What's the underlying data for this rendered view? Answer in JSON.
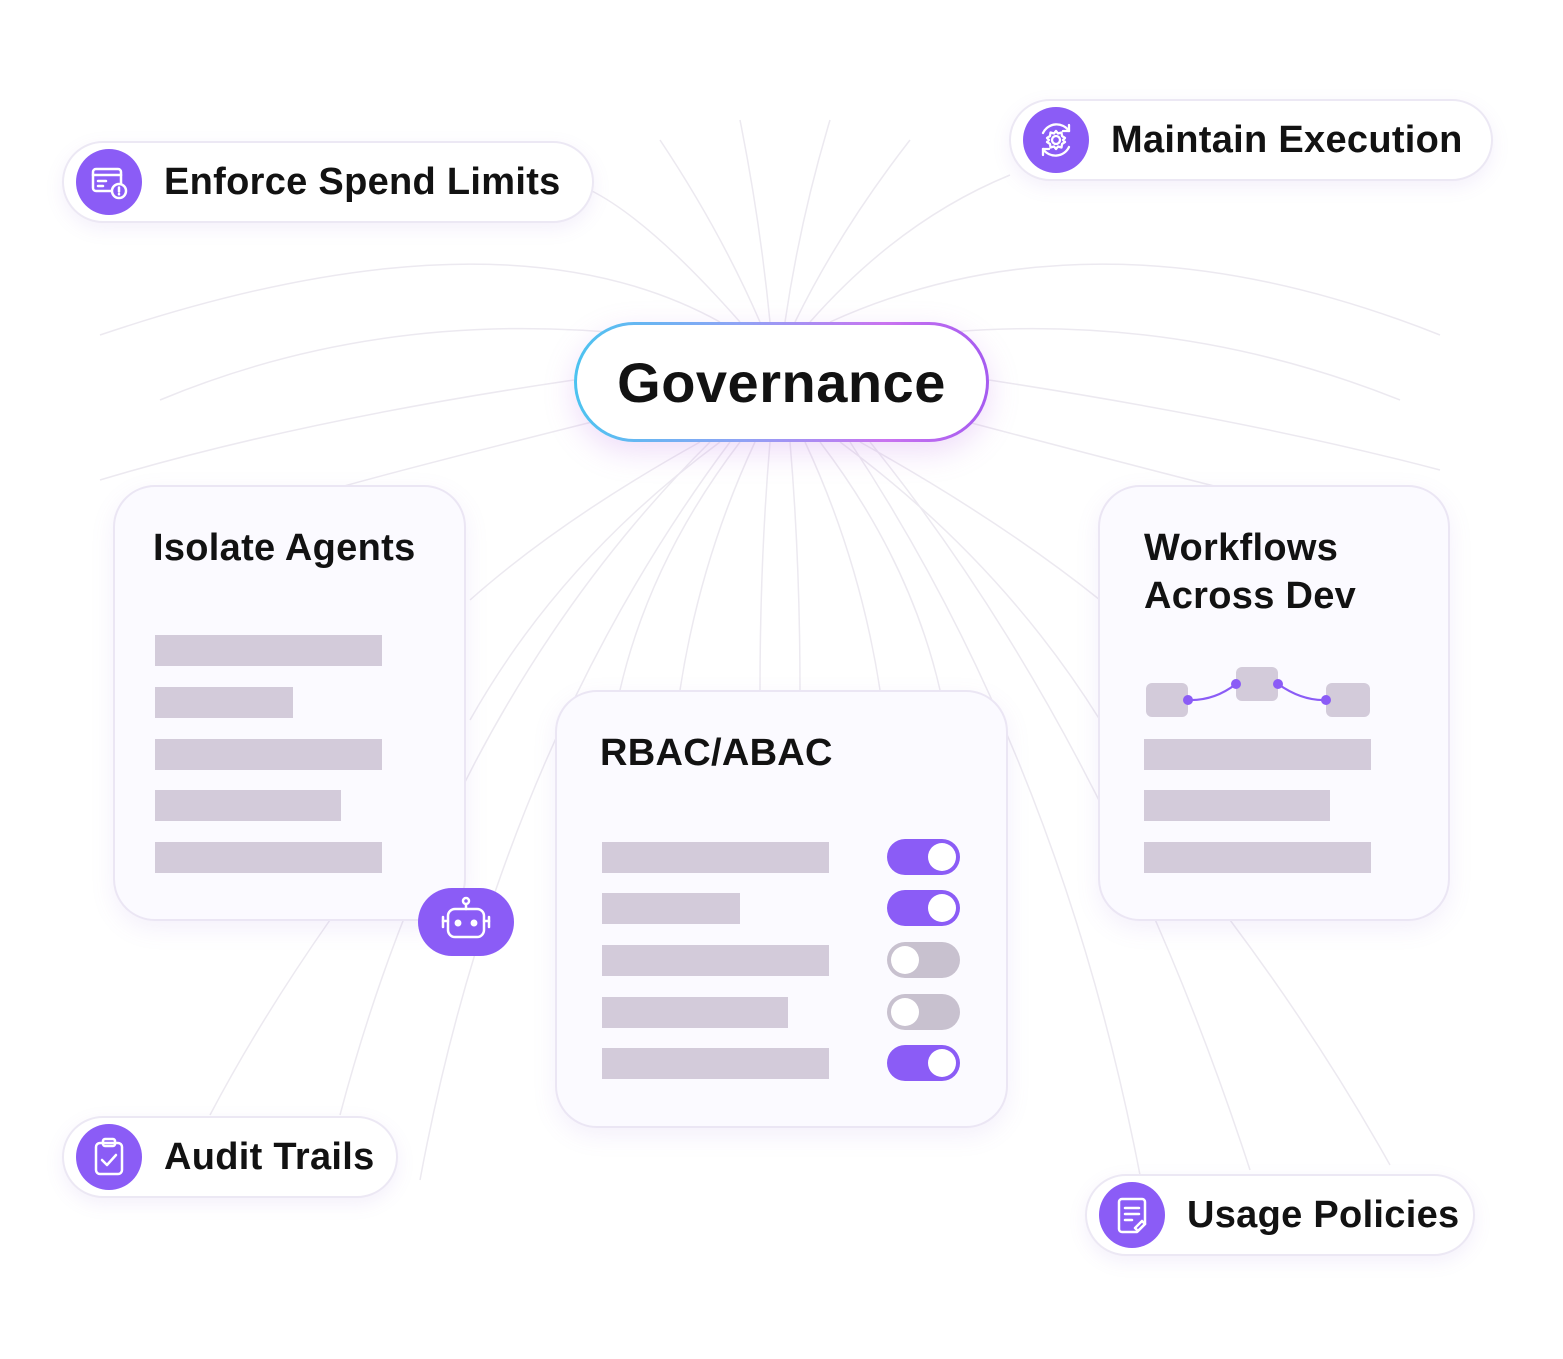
{
  "center": {
    "label": "Governance"
  },
  "pills": {
    "spend": {
      "label": "Enforce Spend Limits",
      "icon": "credit-card-icon"
    },
    "execution": {
      "label": "Maintain Execution",
      "icon": "gear-sync-icon"
    },
    "audit": {
      "label": "Audit Trails",
      "icon": "clipboard-check-icon"
    },
    "usage": {
      "label": "Usage Policies",
      "icon": "document-policy-icon"
    }
  },
  "cards": {
    "isolate": {
      "title": "Isolate Agents"
    },
    "rbac": {
      "title": "RBAC/ABAC",
      "toggles": [
        true,
        true,
        false,
        false,
        true
      ]
    },
    "workflows": {
      "title_line1": "Workflows",
      "title_line2": "Across Dev"
    }
  },
  "badge": {
    "icon": "robot-icon"
  },
  "colors": {
    "accent": "#8b5cf6",
    "placeholder": "#d3cbda",
    "toggle_off": "#c8c1cf",
    "gradient_start": "#4cc3f0",
    "gradient_end": "#a55bf0"
  }
}
